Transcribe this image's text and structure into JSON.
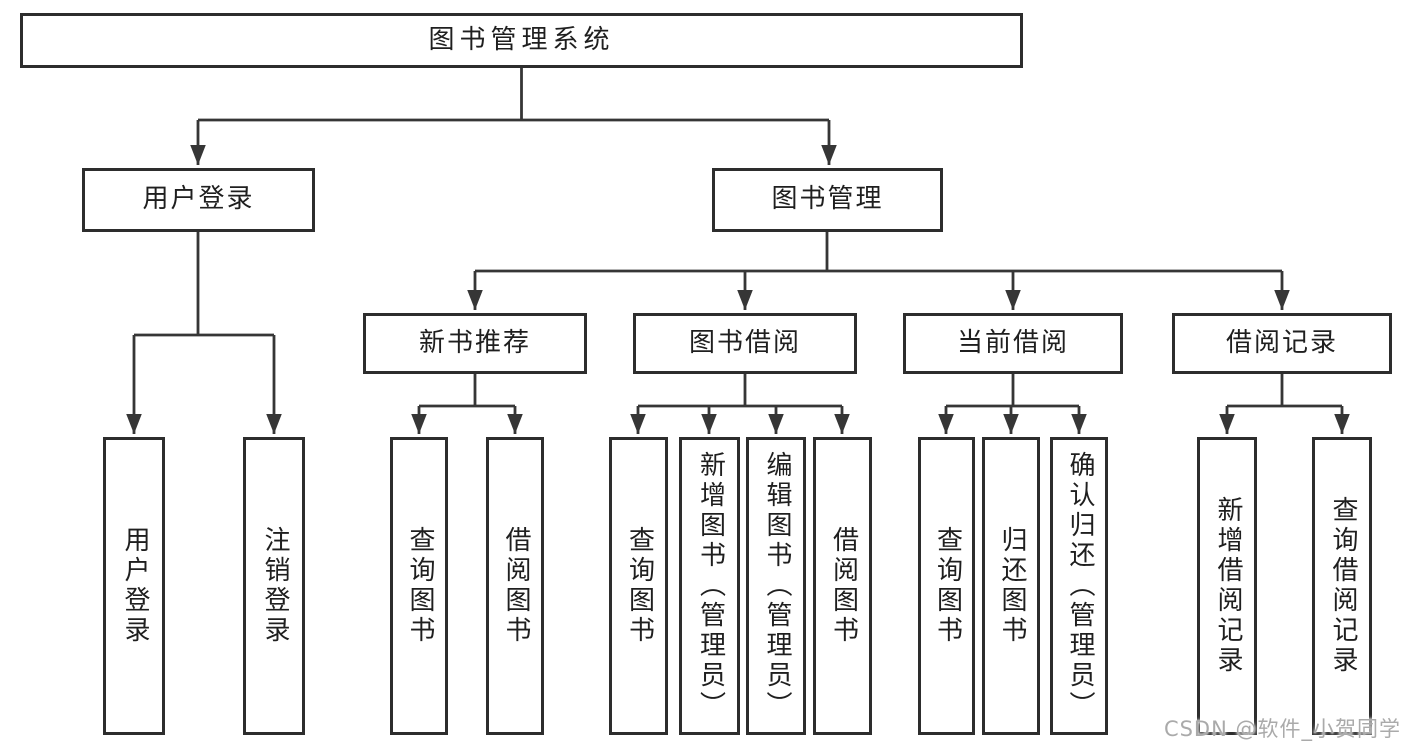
{
  "nodes": {
    "root": "图书管理系统",
    "user_login": "用户登录",
    "book_mgmt": "图书管理",
    "new_book": "新书推荐",
    "book_borrow": "图书借阅",
    "current_borrow": "当前借阅",
    "borrow_record": "借阅记录"
  },
  "leaves": {
    "user_login": "用户登录",
    "logout": "注销登录",
    "nb_query": "查询图书",
    "nb_borrow": "借阅图书",
    "bb_query": "查询图书",
    "bb_add": "新增图书（管理员）",
    "bb_edit": "编辑图书（管理员）",
    "bb_borrow": "借阅图书",
    "cb_query": "查询图书",
    "cb_return": "归还图书",
    "cb_confirm": "确认归还（管理员）",
    "br_add": "新增借阅记录",
    "br_query": "查询借阅记录"
  },
  "watermark": "CSDN @软件_小贺同学",
  "colors": {
    "line": "#363636",
    "box_border": "#2d2d2d",
    "text": "#1f1f1f",
    "watermark": "#aaaaaa",
    "background": "#ffffff"
  }
}
